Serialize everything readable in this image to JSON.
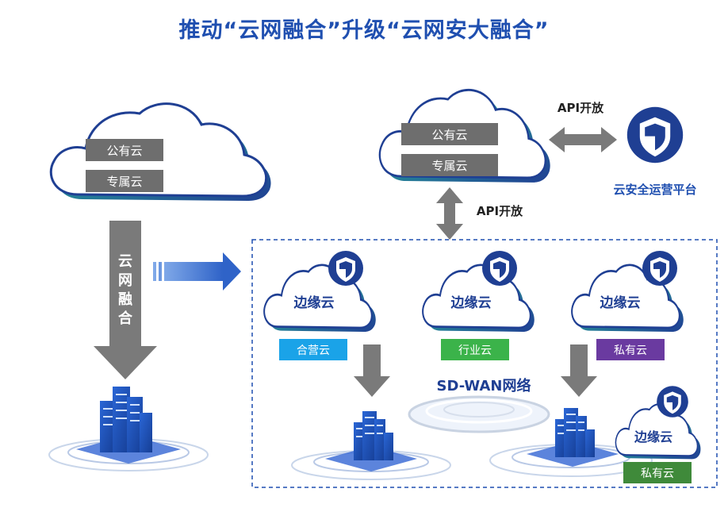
{
  "title": "推动“云网融合”升级“云网安大融合”",
  "left_cloud": {
    "items": [
      "公有云",
      "专属云"
    ]
  },
  "vertical_arrow_text": [
    "云",
    "网",
    "融",
    "合"
  ],
  "top_cloud": {
    "items": [
      "公有云",
      "专属云"
    ]
  },
  "api_horizontal": "API开放",
  "api_vertical": "API开放",
  "security_platform": "云安全运营平台",
  "edge_clouds": [
    {
      "name": "边缘云",
      "tag": "合营云",
      "tag_color": "#1aa3e8"
    },
    {
      "name": "边缘云",
      "tag": "行业云",
      "tag_color": "#3bb34a"
    },
    {
      "name": "边缘云",
      "tag": "私有云",
      "tag_color": "#6a3aa0"
    }
  ],
  "sdwan_label": "SD-WAN网络",
  "bottom_edge_cloud": {
    "name": "边缘云",
    "tag": "私有云",
    "tag_color": "#3f8a3a"
  },
  "colors": {
    "title": "#1f4fb0",
    "cloud_outline": "#1f3f93",
    "cloud_accent": "#2bb39a",
    "arrow_gray": "#7a7a7a",
    "label_gray": "#6e6e6e",
    "dashed_box": "#1f4fb0"
  }
}
